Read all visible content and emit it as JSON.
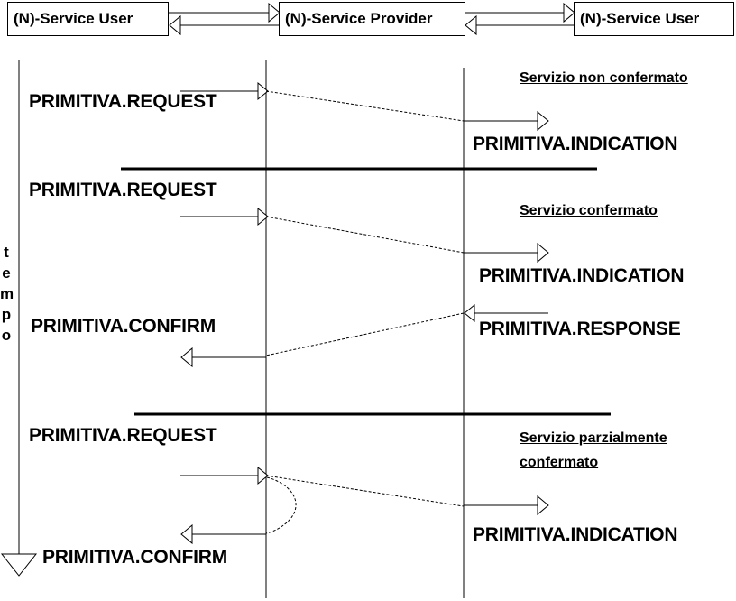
{
  "header": {
    "user_left": "(N)-Service User",
    "provider": "(N)-Service Provider",
    "user_right": "(N)-Service User"
  },
  "time_axis": {
    "letters": [
      "t",
      "e",
      "m",
      "p",
      "o"
    ]
  },
  "section1": {
    "title": "Servizio non confermato",
    "request": "PRIMITIVA.REQUEST",
    "indication": "PRIMITIVA.INDICATION"
  },
  "section2": {
    "title": "Servizio confermato",
    "request": "PRIMITIVA.REQUEST",
    "indication": "PRIMITIVA.INDICATION",
    "confirm": "PRIMITIVA.CONFIRM",
    "response": "PRIMITIVA.RESPONSE"
  },
  "section3": {
    "title_line1": "Servizio parzialmente",
    "title_line2": "confermato",
    "request": "PRIMITIVA.REQUEST",
    "indication": "PRIMITIVA.INDICATION",
    "confirm": "PRIMITIVA.CONFIRM"
  }
}
